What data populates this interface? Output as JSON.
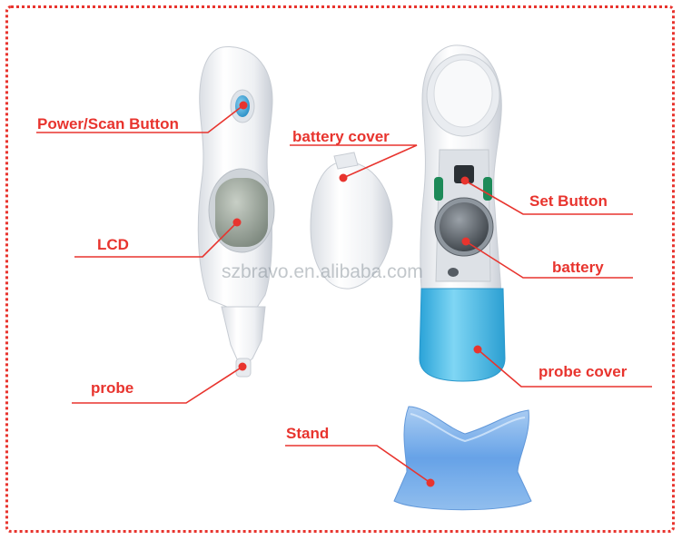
{
  "labels": {
    "power_scan_button": "Power/Scan Button",
    "battery_cover": "battery cover",
    "lcd": "LCD",
    "set_button": "Set Button",
    "battery": "battery",
    "probe": "probe",
    "probe_cover": "probe cover",
    "stand": "Stand"
  },
  "watermark": "szbravo.en.alibaba.com",
  "colors": {
    "label_text": "#e8342e",
    "callout_line": "#e8342e",
    "callout_dot": "#e8342e",
    "frame_border": "#e8342e",
    "device_body": "#f4f5f7",
    "probe_cover_blue": "#4fc3ea",
    "stand_blue": "#6fa9e8",
    "lcd_screen": "#a7b0a6",
    "button_blue": "#3fa6d6"
  },
  "icons": {
    "thermometer_front": "ear-thermometer-front-icon",
    "thermometer_back": "ear-thermometer-back-icon",
    "battery_cover_shape": "battery-cover-icon",
    "stand_shape": "stand-icon"
  }
}
